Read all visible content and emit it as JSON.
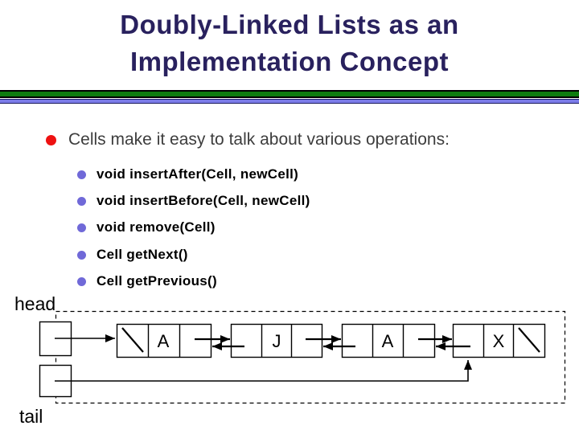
{
  "slide": {
    "title": {
      "line1": "Doubly-Linked Lists as an",
      "line2": "Implementation Concept"
    },
    "main_bullet": "Cells make it easy to talk about various operations:",
    "sub_bullets": [
      "void insertAfter(Cell, newCell)",
      "void insertBefore(Cell, newCell)",
      "void remove(Cell)",
      "Cell getNext()",
      "Cell getPrevious()"
    ]
  },
  "diagram": {
    "head_label": "head",
    "tail_label": "tail",
    "cells": [
      {
        "value": "A",
        "prev_is_null": true,
        "next_is_null": false
      },
      {
        "value": "J",
        "prev_is_null": false,
        "next_is_null": false
      },
      {
        "value": "A",
        "prev_is_null": false,
        "next_is_null": false
      },
      {
        "value": "X",
        "prev_is_null": false,
        "next_is_null": true
      }
    ]
  },
  "colors": {
    "title": "#29215e",
    "rule_green": "#0e7c0e",
    "rule_blue": "#7b7be8",
    "main_bullet_dot": "#ee1111",
    "sub_bullet_dot": "#7069d8",
    "main_text": "#3d3d3d",
    "sub_text": "#000000",
    "diagram_stroke": "#000000"
  }
}
